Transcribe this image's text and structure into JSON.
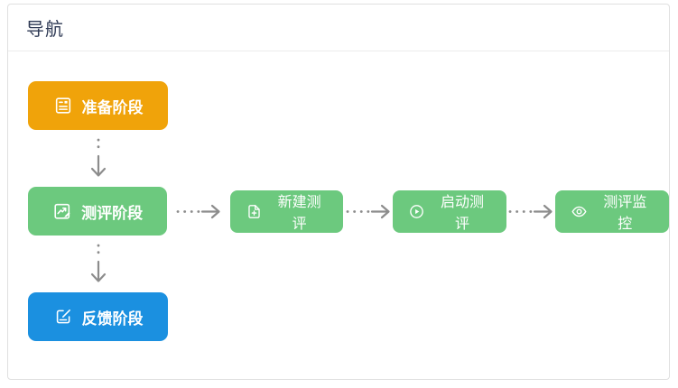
{
  "header": {
    "title": "导航"
  },
  "colors": {
    "title": "#2F3A55",
    "stage_prepare": "#F0A30A",
    "stage_evaluate": "#6CC97E",
    "stage_feedback": "#1B90E0",
    "flow_button": "#6CC97E",
    "arrow": "#8C8C8C",
    "card_border": "#E0E0E0"
  },
  "stages": [
    {
      "label": "准备阶段",
      "icon": "news-icon"
    },
    {
      "label": "测评阶段",
      "icon": "chart-edit-icon"
    },
    {
      "label": "反馈阶段",
      "icon": "edit-square-icon"
    }
  ],
  "flow_steps": [
    {
      "label": "新建测评",
      "icon": "document-add-icon"
    },
    {
      "label": "启动测评",
      "icon": "play-circle-icon"
    },
    {
      "label": "测评监控",
      "icon": "eye-icon"
    }
  ]
}
